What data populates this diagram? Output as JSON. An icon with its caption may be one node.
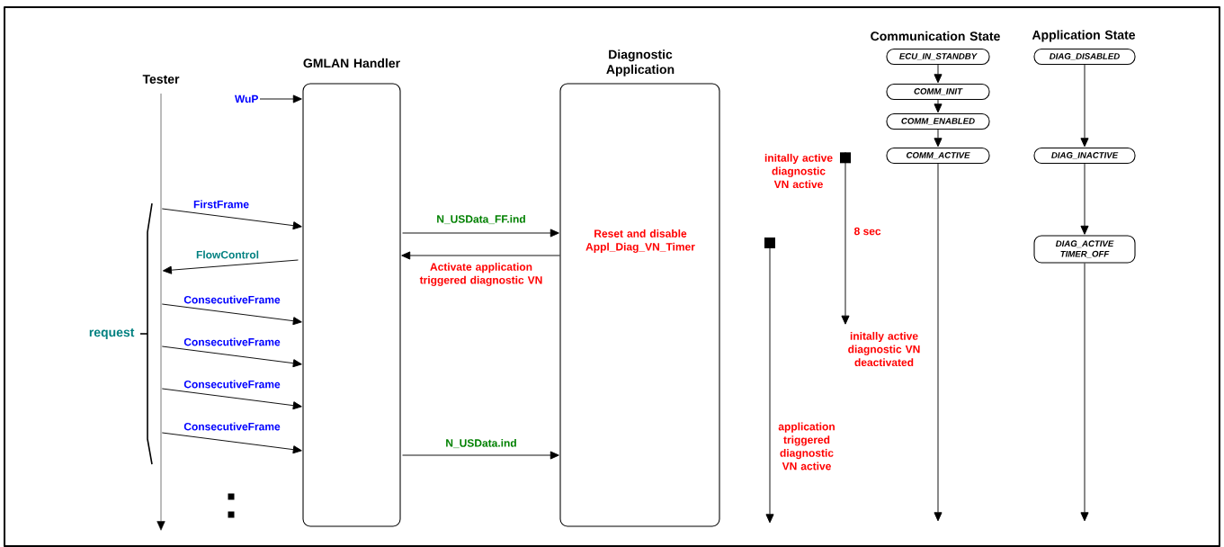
{
  "diagram": {
    "nodes": [
      {
        "text": [
          "Tester"
        ]
      },
      {
        "text": [
          "WuP"
        ]
      },
      {
        "text": [
          "GMLAN Handler"
        ]
      },
      {
        "text": [
          "Diagnostic Application",
          "Reset and disable Appl_Diag_VN_Timer"
        ]
      },
      {
        "text": [
          "ECU_IN_STANDBY"
        ]
      },
      {
        "text": [
          "COMM_INIT"
        ]
      },
      {
        "text": [
          "COMM_ENABLED"
        ]
      },
      {
        "text": [
          "COMM_ACTIVE"
        ]
      },
      {
        "text": [
          "DIAG_DISABLED"
        ]
      },
      {
        "text": [
          "DIAG_INACTIVE"
        ]
      },
      {
        "text": [
          "DIAG_ACTIVE TIMER_OFF"
        ]
      },
      {
        "text": [
          "initally active diagnostic VN active"
        ]
      },
      {
        "text": [
          "initally active diagnostic VN deactivated"
        ]
      }
    ],
    "edges": [
      {
        "from": 1,
        "to": 2,
        "arrow": "to"
      },
      {
        "from": 0,
        "to": 2,
        "arrow": "to",
        "label": "FirstFrame"
      },
      {
        "from": 2,
        "to": 0,
        "arrow": "to",
        "label": "FlowControl"
      },
      {
        "from": 0,
        "to": 2,
        "arrow": "to",
        "label": "ConsecutiveFrame"
      },
      {
        "from": 0,
        "to": 2,
        "arrow": "to",
        "label": "ConsecutiveFrame"
      },
      {
        "from": 0,
        "to": 2,
        "arrow": "to",
        "label": "ConsecutiveFrame"
      },
      {
        "from": 0,
        "to": 2,
        "arrow": "to",
        "label": "ConsecutiveFrame"
      },
      {
        "from": 2,
        "to": 3,
        "arrow": "to",
        "label": "N_USData_FF.ind"
      },
      {
        "from": 3,
        "to": 2,
        "arrow": "to",
        "label": "Activate application triggered diagnostic VN"
      },
      {
        "from": 2,
        "to": 3,
        "arrow": "to",
        "label": "N_USData.ind"
      },
      {
        "from": 4,
        "to": 5,
        "arrow": "to"
      },
      {
        "from": 5,
        "to": 6,
        "arrow": "to"
      },
      {
        "from": 6,
        "to": 7,
        "arrow": "to"
      },
      {
        "from": 7,
        "to": null,
        "arrow": "to"
      },
      {
        "from": 8,
        "to": 9,
        "arrow": "to"
      },
      {
        "from": 9,
        "to": 10,
        "arrow": "to"
      },
      {
        "from": 10,
        "to": null,
        "arrow": "to"
      },
      {
        "from": 11,
        "to": 12,
        "arrow": "to",
        "label": "8 sec"
      }
    ],
    "labels": [
      "Communication State",
      "Application State",
      "request",
      "application triggered diagnostic VN active"
    ]
  }
}
